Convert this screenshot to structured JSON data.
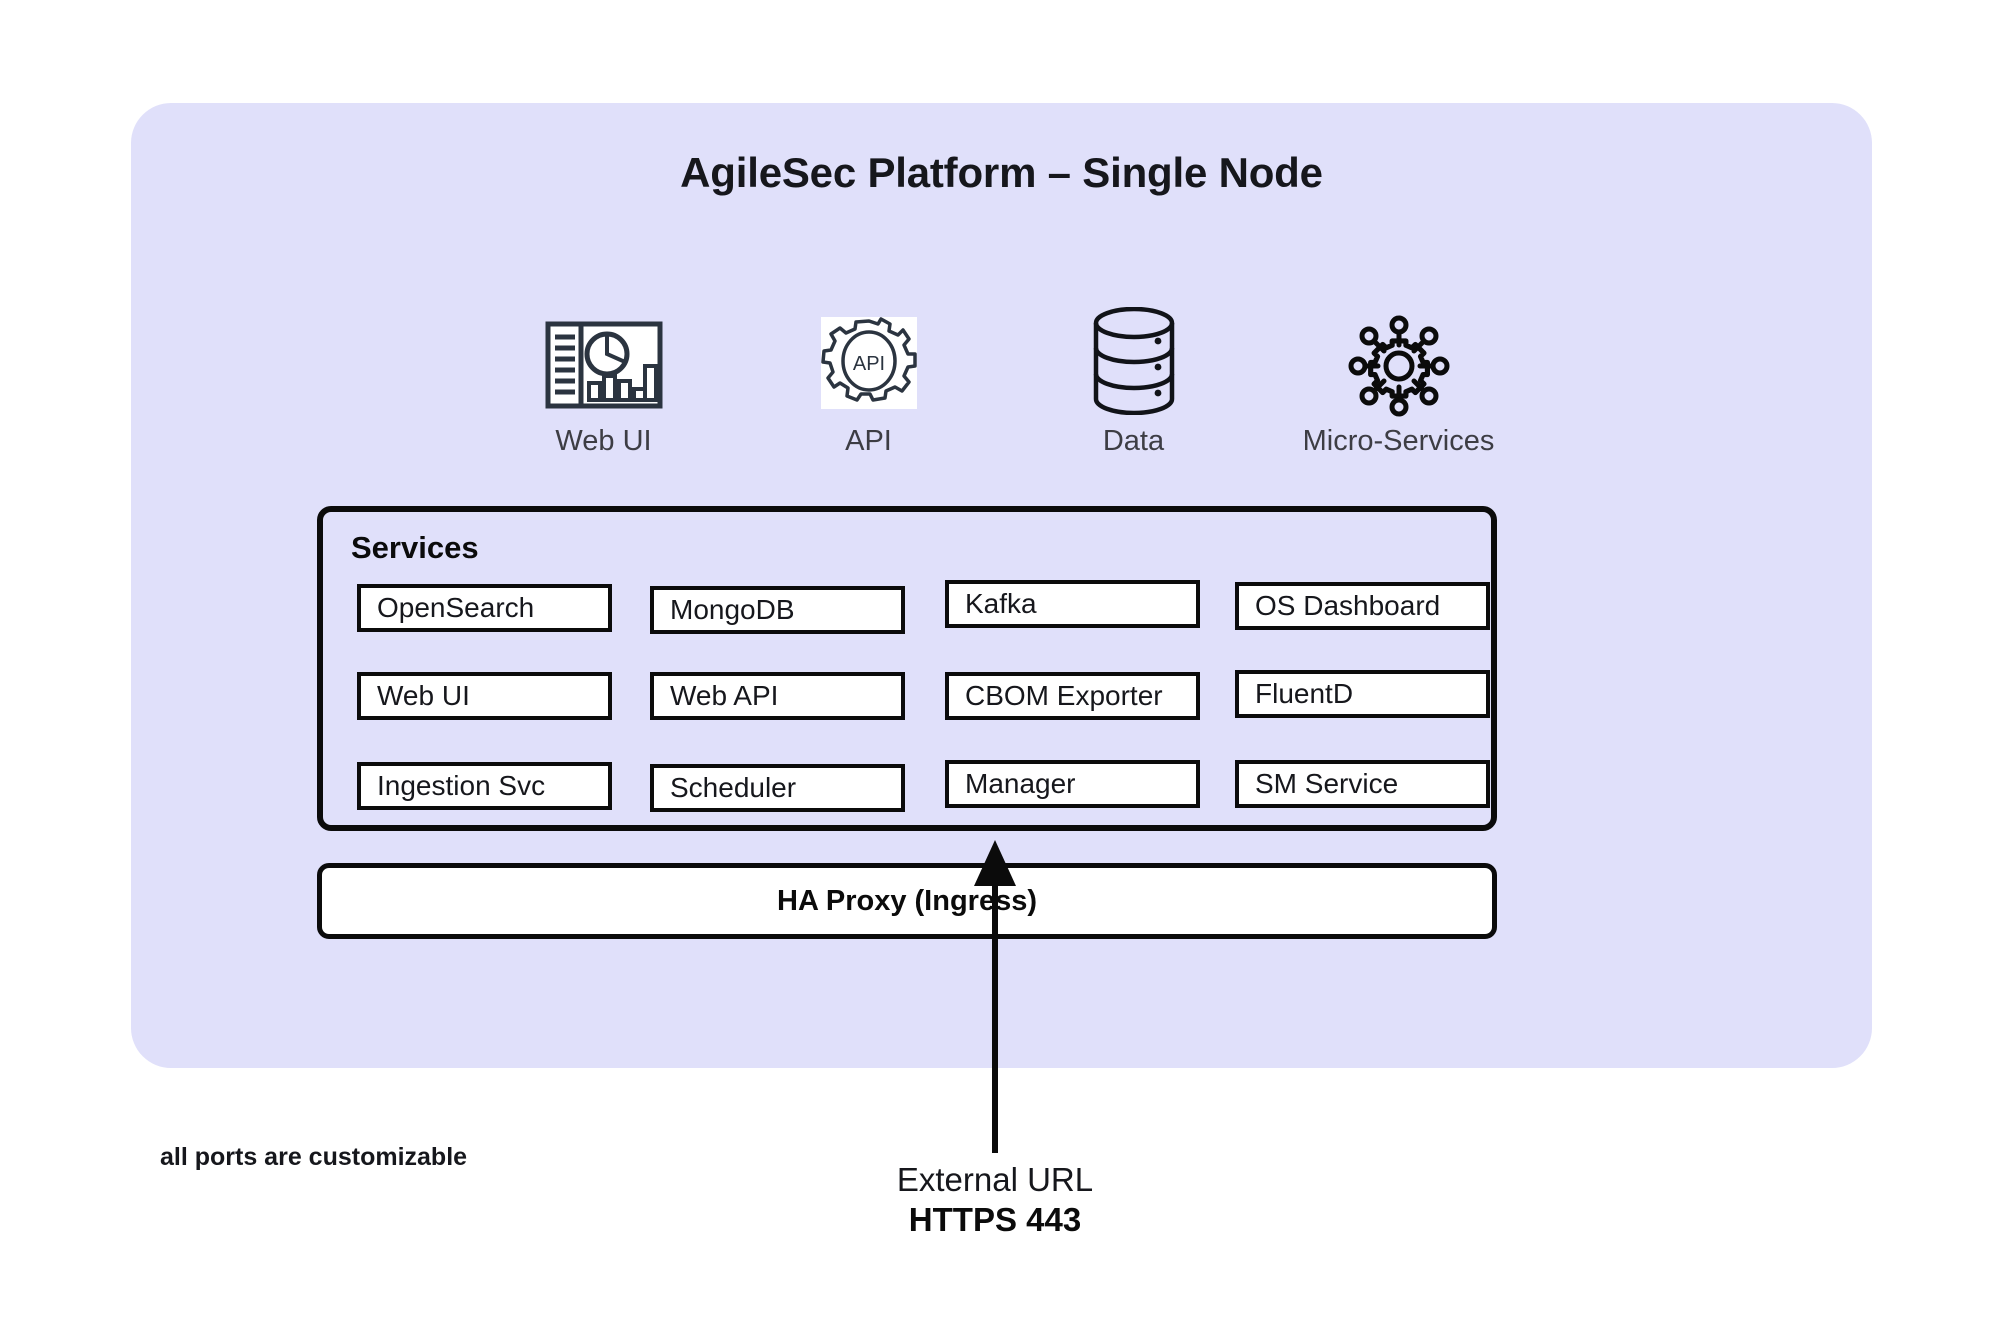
{
  "panel": {
    "title": "AgileSec Platform – Single Node",
    "background_color": "#e0e0fa"
  },
  "capabilities": [
    {
      "label": "Web UI",
      "icon": "dashboard-icon"
    },
    {
      "label": "API",
      "icon": "api-gear-icon"
    },
    {
      "label": "Data",
      "icon": "database-icon"
    },
    {
      "label": "Micro-Services",
      "icon": "microservices-gear-nodes-icon"
    }
  ],
  "services": {
    "heading": "Services",
    "columns": [
      {
        "items": [
          "OpenSearch",
          "Web UI",
          "Ingestion Svc"
        ]
      },
      {
        "items": [
          "MongoDB",
          "Web API",
          "Scheduler"
        ]
      },
      {
        "items": [
          "Kafka",
          "CBOM Exporter",
          "Manager"
        ]
      },
      {
        "items": [
          "OS Dashboard",
          "FluentD",
          "SM Service"
        ]
      }
    ]
  },
  "ingress": {
    "label": "HA Proxy (Ingress)"
  },
  "annotations": {
    "ports_note": "all ports are customizable",
    "external_url_label": "External URL",
    "external_url_port": "HTTPS 443"
  },
  "colors": {
    "panel_background": "#e0e0fa",
    "outline": "#0b0b0b",
    "chip_fill": "#ffffff",
    "label_text": "#3d3d44",
    "page_background": "#ffffff"
  }
}
